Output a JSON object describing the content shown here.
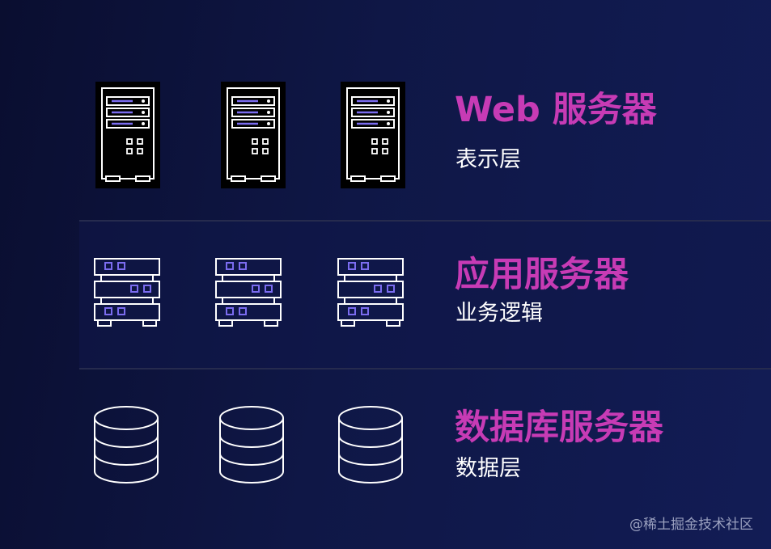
{
  "colors": {
    "title": "#c73bb5",
    "subtitle": "#ffffff",
    "icon_stroke": "#ffffff",
    "icon_accent": "#7b6cf0",
    "tower_bg": "#000000"
  },
  "tiers": [
    {
      "title": "Web 服务器",
      "subtitle": "表示层",
      "icon": "server-tower-icon"
    },
    {
      "title": "应用服务器",
      "subtitle": "业务逻辑",
      "icon": "rack-server-icon"
    },
    {
      "title": "数据库服务器",
      "subtitle": "数据层",
      "icon": "database-icon"
    }
  ],
  "watermark": "@稀土掘金技术社区"
}
